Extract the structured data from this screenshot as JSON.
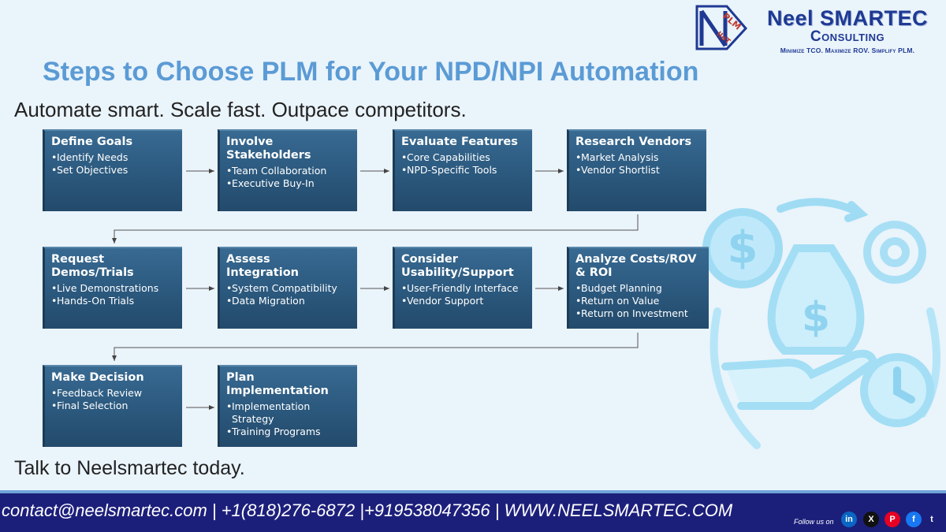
{
  "logo": {
    "mark_text_top": "PLM",
    "mark_text_bottom": "IIoT",
    "name": "Neel SMARTEC",
    "subname": "Consulting",
    "tagline": "Minimize TCO. Maximize ROV. Simplify PLM."
  },
  "title": "Steps to Choose PLM for Your NPD/NPI Automation",
  "tagline": "Automate smart. Scale fast. Outpace competitors.",
  "steps": [
    {
      "title": "Define Goals",
      "items": [
        "Identify Needs",
        "Set Objectives"
      ]
    },
    {
      "title": "Involve Stakeholders",
      "items": [
        "Team Collaboration",
        "Executive Buy-In"
      ]
    },
    {
      "title": "Evaluate Features",
      "items": [
        "Core Capabilities",
        "NPD-Specific Tools"
      ]
    },
    {
      "title": "Research Vendors",
      "items": [
        "Market Analysis",
        "Vendor Shortlist"
      ]
    },
    {
      "title": "Request Demos/Trials",
      "items": [
        "Live Demonstrations",
        "Hands-On Trials"
      ]
    },
    {
      "title": "Assess Integration",
      "items": [
        "System Compatibility",
        "Data Migration"
      ]
    },
    {
      "title": "Consider Usability/Support",
      "items": [
        "User-Friendly Interface",
        "Vendor Support"
      ]
    },
    {
      "title": "Analyze Costs/ROV & ROI",
      "items": [
        "Budget Planning",
        "Return on Value",
        "Return on Investment"
      ]
    },
    {
      "title": "Make Decision",
      "items": [
        "Feedback Review",
        "Final Selection"
      ]
    },
    {
      "title": "Plan Implementation",
      "items": [
        "Implementation Strategy",
        "Training Programs"
      ]
    }
  ],
  "cta": "Talk to Neelsmartec today.",
  "footer": {
    "contact": "contact@neelsmartec.com | +1(818)276-6872  |+919538047356 | WWW.NEELSMARTEC.COM",
    "follow_label": "Follow us on",
    "social": [
      {
        "icon": "linkedin-icon",
        "glyph": "in",
        "color": "#0a66c2"
      },
      {
        "icon": "x-icon",
        "glyph": "X",
        "color": "#111111"
      },
      {
        "icon": "pinterest-icon",
        "glyph": "P",
        "color": "#e60023"
      },
      {
        "icon": "facebook-icon",
        "glyph": "f",
        "color": "#1877f2"
      },
      {
        "icon": "tumblr-icon",
        "glyph": "t",
        "color": "#1c1f7a"
      }
    ]
  }
}
